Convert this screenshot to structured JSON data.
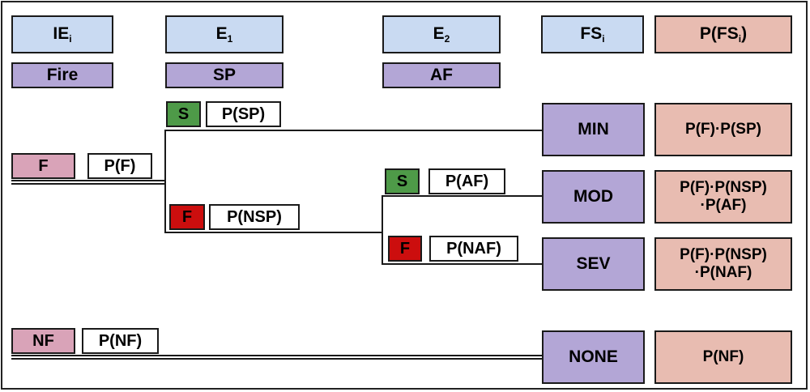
{
  "headers": {
    "ie": {
      "main": "IE",
      "sub": "i"
    },
    "e1": {
      "main": "E",
      "sub": "1"
    },
    "e2": {
      "main": "E",
      "sub": "2"
    },
    "fs": {
      "main": "FS",
      "sub": "i"
    },
    "pfs": {
      "prefix": "P(FS",
      "sub": "i",
      "suffix": ")"
    }
  },
  "events": {
    "ie": "Fire",
    "e1": "SP",
    "e2": "AF"
  },
  "branches": {
    "fire": {
      "state": "F",
      "prob": "P(F)"
    },
    "no_fire": {
      "state": "NF",
      "prob": "P(NF)"
    },
    "sp_success": {
      "state": "S",
      "prob": "P(SP)"
    },
    "sp_fail": {
      "state": "F",
      "prob": "P(NSP)"
    },
    "af_success": {
      "state": "S",
      "prob": "P(AF)"
    },
    "af_fail": {
      "state": "F",
      "prob": "P(NAF)"
    }
  },
  "outcomes": [
    {
      "state": "MIN",
      "line1": "P(F)·P(SP)",
      "line2": ""
    },
    {
      "state": "MOD",
      "line1": "P(F)·P(NSP)",
      "line2": "·P(AF)"
    },
    {
      "state": "SEV",
      "line1": "P(F)·P(NSP)",
      "line2": "·P(NAF)"
    },
    {
      "state": "NONE",
      "line1": "P(NF)",
      "line2": ""
    }
  ],
  "colors": {
    "header": "#c9daf2",
    "event": "#b3a6d6",
    "result": "#e8bcb1",
    "initiating": "#d9a3b8",
    "success": "#4e9a48",
    "failure": "#cc0e0e"
  }
}
